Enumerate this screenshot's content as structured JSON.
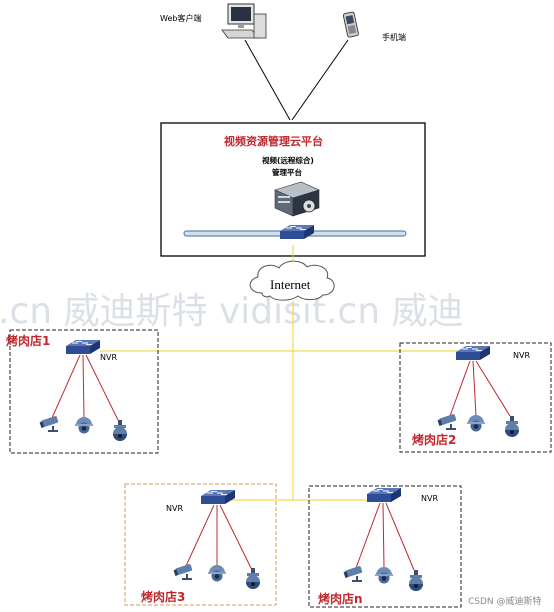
{
  "nodes": {
    "web_client": "Web客户端",
    "mobile": "手机端",
    "platform_title": "视频资源管理云平台",
    "platform_sub_1": "视频(远程综合)",
    "platform_sub_2": "管理平台",
    "internet": "Internet",
    "nvr": "NVR"
  },
  "stores": {
    "store_1": "烤肉店1",
    "store_2": "烤肉店2",
    "store_3": "烤肉店3",
    "store_n": "烤肉店n"
  },
  "watermark": ".cn 威迪斯特 vidisit.cn 威迪",
  "credit": "CSDN @威迪斯特",
  "colors": {
    "link_line": "#f2d22e",
    "drop_line": "#c0282e",
    "title_red": "#c0282e",
    "box_border_black": "#222222",
    "box_border_orange": "#d39a55"
  }
}
